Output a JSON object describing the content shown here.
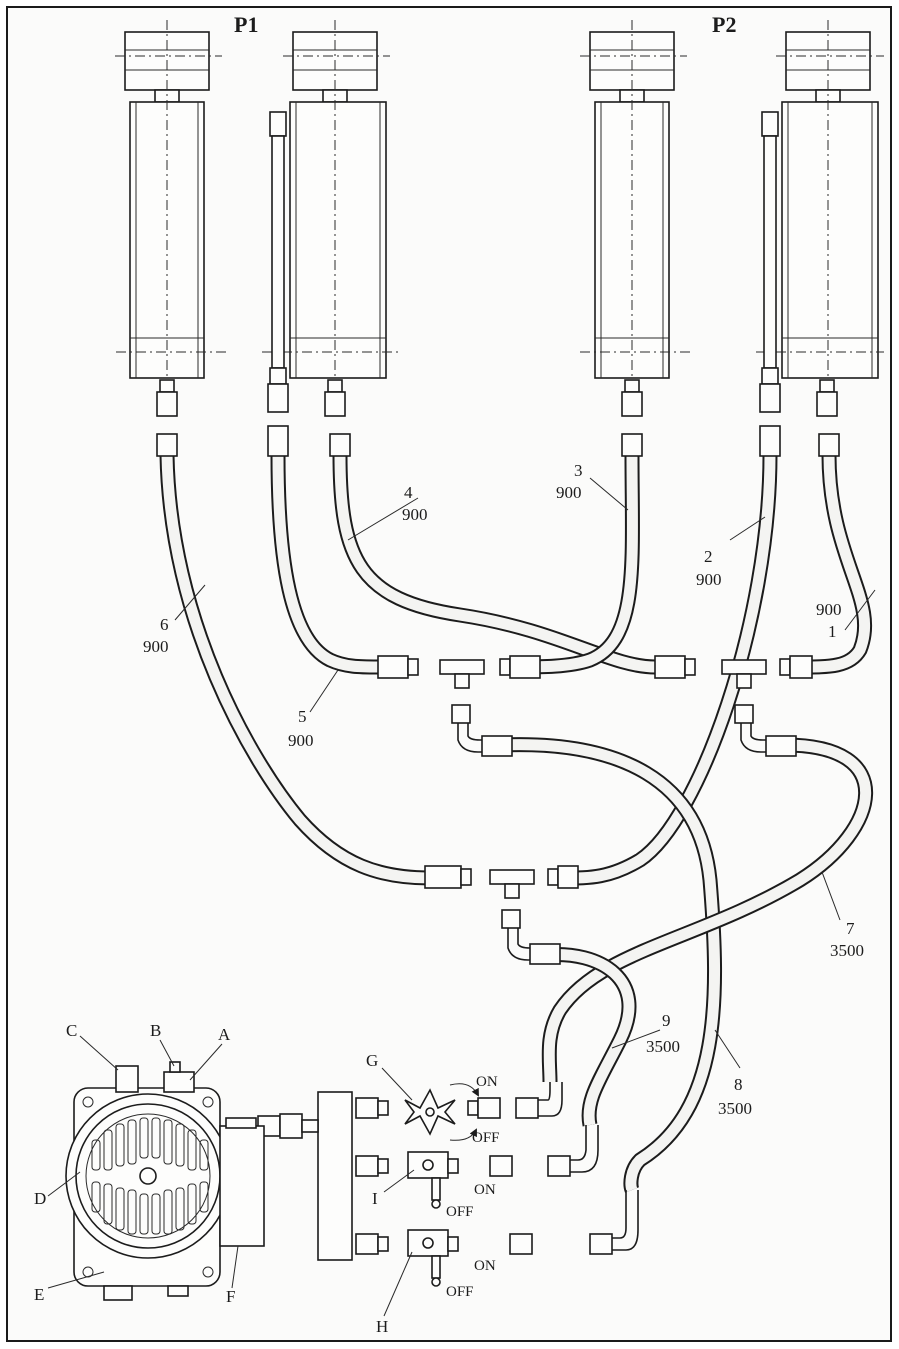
{
  "titles": {
    "p1": "P1",
    "p2": "P2"
  },
  "hoses": [
    {
      "id": "1",
      "num": "1",
      "len": "900"
    },
    {
      "id": "2",
      "num": "2",
      "len": "900"
    },
    {
      "id": "3",
      "num": "3",
      "len": "900"
    },
    {
      "id": "4",
      "num": "4",
      "len": "900"
    },
    {
      "id": "5",
      "num": "5",
      "len": "900"
    },
    {
      "id": "6",
      "num": "6",
      "len": "900"
    },
    {
      "id": "7",
      "num": "7",
      "len": "3500"
    },
    {
      "id": "8",
      "num": "8",
      "len": "3500"
    },
    {
      "id": "9",
      "num": "9",
      "len": "3500"
    }
  ],
  "parts": {
    "A": "A",
    "B": "B",
    "C": "C",
    "D": "D",
    "E": "E",
    "F": "F",
    "G": "G",
    "H": "H",
    "I": "I"
  },
  "valve_states": {
    "on": "ON",
    "off": "OFF"
  }
}
